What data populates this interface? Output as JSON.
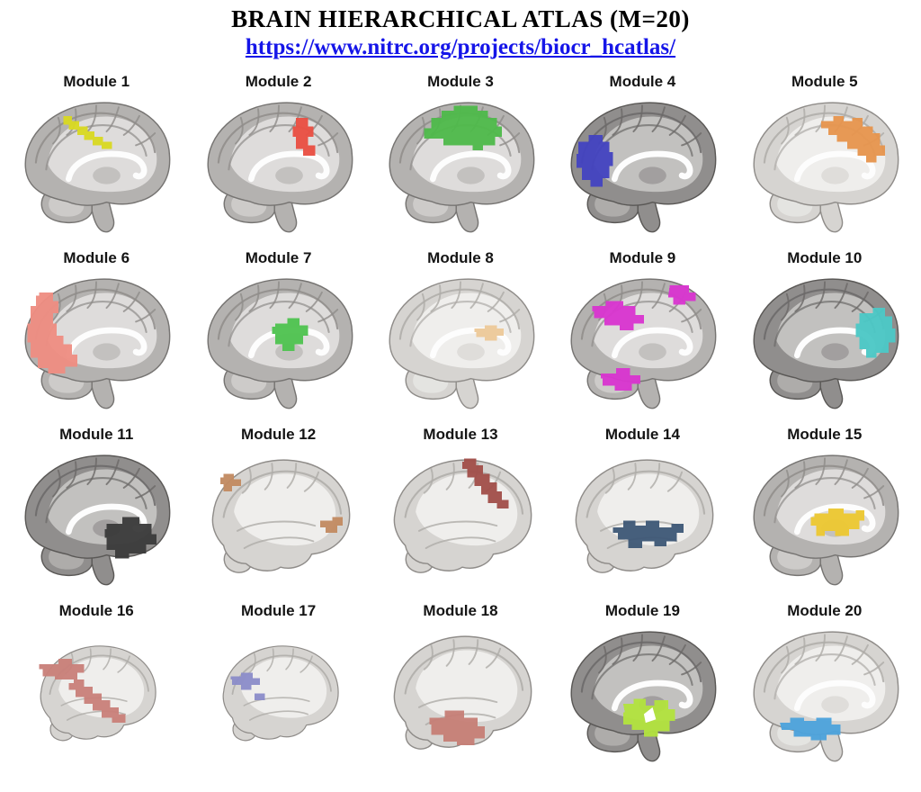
{
  "header": {
    "title": "BRAIN HIERARCHICAL ATLAS (M=20)",
    "link": "https://www.nitrc.org/projects/biocr_hcatlas/",
    "link_color": "#1515e8"
  },
  "modules": [
    {
      "label": "Module 1",
      "color": "#d8d822"
    },
    {
      "label": "Module 2",
      "color": "#e94f43"
    },
    {
      "label": "Module 3",
      "color": "#4fb94b"
    },
    {
      "label": "Module 4",
      "color": "#4444c0"
    },
    {
      "label": "Module 5",
      "color": "#e6954e"
    },
    {
      "label": "Module 6",
      "color": "#ee8e82"
    },
    {
      "label": "Module 7",
      "color": "#4fc350"
    },
    {
      "label": "Module 8",
      "color": "#ecc999"
    },
    {
      "label": "Module 9",
      "color": "#d935cf"
    },
    {
      "label": "Module 10",
      "color": "#4cc8c6"
    },
    {
      "label": "Module 11",
      "color": "#3b3b3b"
    },
    {
      "label": "Module 12",
      "color": "#c28a62"
    },
    {
      "label": "Module 13",
      "color": "#a14f4a"
    },
    {
      "label": "Module 14",
      "color": "#3e5877"
    },
    {
      "label": "Module 15",
      "color": "#ecc832"
    },
    {
      "label": "Module 16",
      "color": "#c9807a"
    },
    {
      "label": "Module 17",
      "color": "#8b8dc9"
    },
    {
      "label": "Module 18",
      "color": "#c67f77"
    },
    {
      "label": "Module 19",
      "color": "#b2e23e"
    },
    {
      "label": "Module 20",
      "color": "#4da2dc"
    }
  ]
}
